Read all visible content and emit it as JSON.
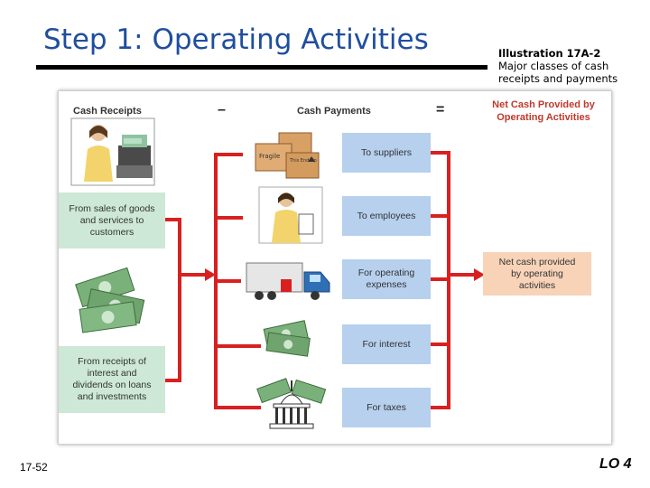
{
  "title": "Step 1: Operating Activities",
  "illustration": {
    "number": "Illustration 17A-2",
    "caption": "Major classes of cash receipts and payments"
  },
  "diagram": {
    "headers": {
      "cash_receipts": "Cash Receipts",
      "minus": "–",
      "cash_payments": "Cash Payments",
      "equals": "=",
      "net": "Net Cash Provided by Operating Activities"
    },
    "receipts": [
      "From sales of goods and services to customers",
      "From receipts of interest and dividends on loans and investments"
    ],
    "payments": [
      "To suppliers",
      "To employees",
      "For operating expenses",
      "For interest",
      "For taxes"
    ],
    "net_box": "Net cash provided by operating activities",
    "box_label": "This End Up",
    "fragile_label": "Fragile"
  },
  "colors": {
    "title": "#1f4e9e",
    "arrows": "#d92020",
    "receipt_box": "#cde8d6",
    "payment_box": "#b6d0ee",
    "net_box": "#f8d3b8",
    "net_header": "#c0392b"
  },
  "footer": {
    "slide_number": "17-52",
    "lo": "LO 4"
  }
}
